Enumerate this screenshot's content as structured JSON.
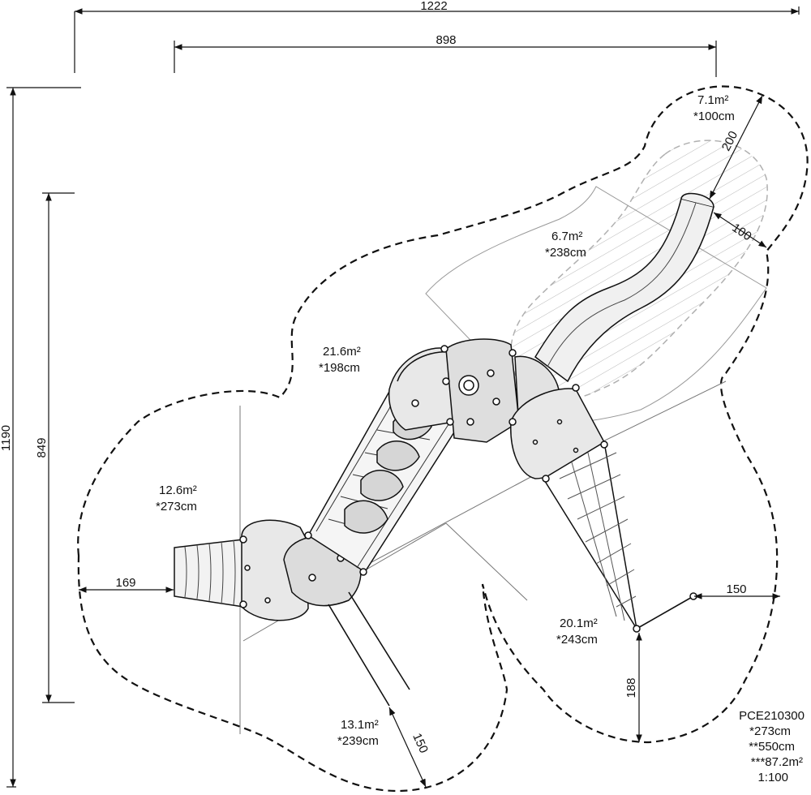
{
  "dimensions": {
    "total_width": "1222",
    "inner_width": "898",
    "total_height": "1190",
    "inner_height": "849",
    "left_offset": "169",
    "right_offset": "150",
    "bottom_offset": "188",
    "slide_width": "100",
    "slide_length": "200",
    "pole_length": "150"
  },
  "zones": [
    {
      "area": "7.1m²",
      "height": "*100cm"
    },
    {
      "area": "6.7m²",
      "height": "*238cm"
    },
    {
      "area": "21.6m²",
      "height": "*198cm"
    },
    {
      "area": "12.6m²",
      "height": "*273cm"
    },
    {
      "area": "20.1m²",
      "height": "*243cm"
    },
    {
      "area": "13.1m²",
      "height": "*239cm"
    }
  ],
  "product": {
    "code": "PCE210300",
    "free_height": "*273cm",
    "fall_height": "**550cm",
    "impact_area": "***87.2m²",
    "scale": "1:100"
  }
}
